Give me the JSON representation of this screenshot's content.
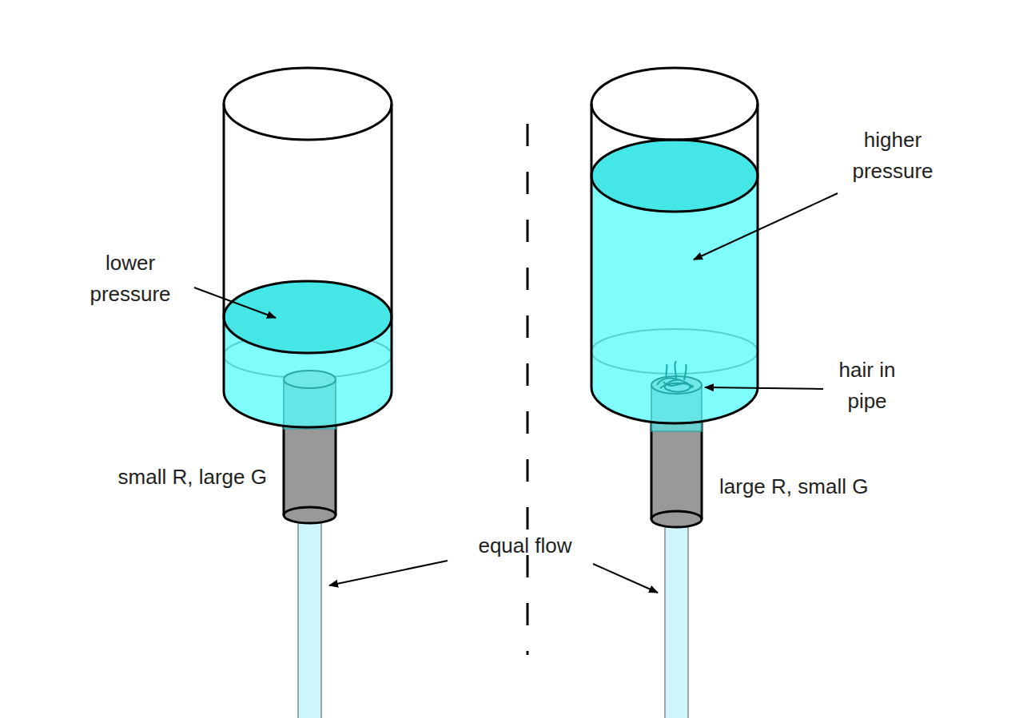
{
  "diagram": {
    "labels": [
      "lower pressure",
      "higher pressure",
      "hair in pipe",
      "small R, large G",
      "large R, small G",
      "equal flow"
    ]
  }
}
